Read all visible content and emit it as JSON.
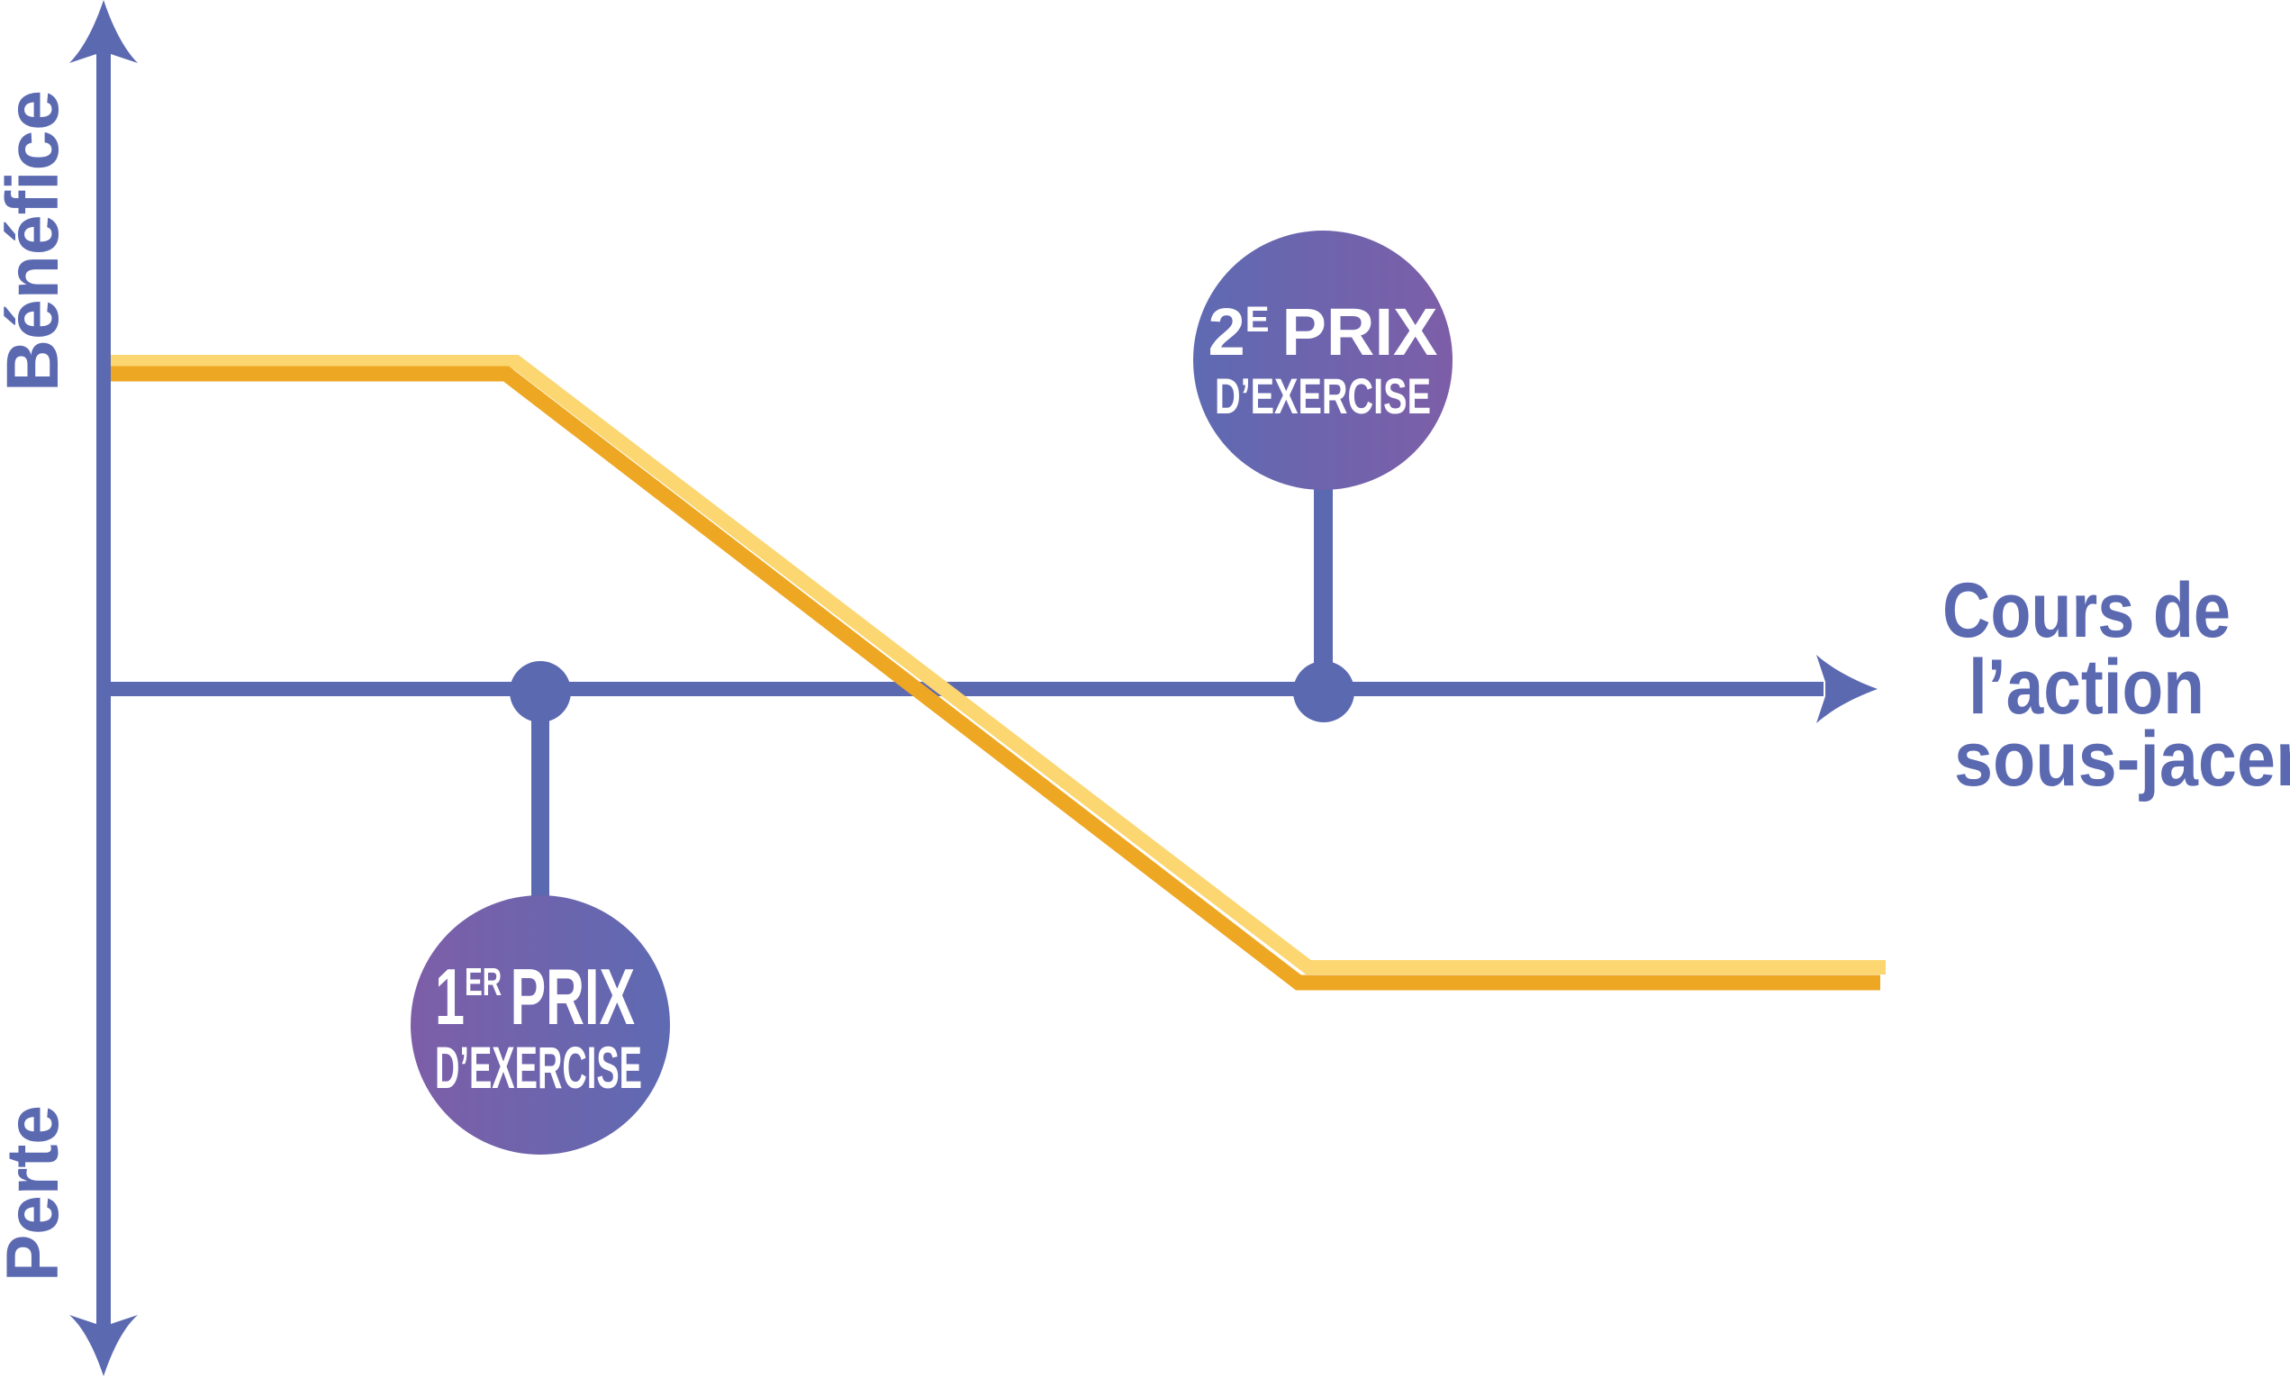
{
  "chart_data": {
    "type": "line",
    "title": "",
    "description": "Payoff diagram of a bear spread: flat profit below the first strike, declining linearly between strikes, flat loss above the second strike",
    "ylabel_top": "Bénéfice",
    "ylabel_bottom": "Perte",
    "xlabel_lines": [
      "Cours de",
      "l’action",
      "sous-jacent"
    ],
    "strikes": [
      {
        "id": "strike-1",
        "label_main": "1",
        "label_sup": "ER",
        "label_word": "PRIX",
        "label_sub": "D’EXERCISE",
        "position": "below-axis"
      },
      {
        "id": "strike-2",
        "label_main": "2",
        "label_sup": "E",
        "label_word": "PRIX",
        "label_sub": "D’EXERCISE",
        "position": "above-axis"
      }
    ],
    "payoff_series": {
      "name": "Payoff",
      "segments": [
        {
          "from": "start",
          "to": "strike-1",
          "shape": "flat",
          "level": "profit"
        },
        {
          "from": "strike-1",
          "to": "strike-2",
          "shape": "decreasing",
          "level": "profit-to-loss"
        },
        {
          "from": "strike-2",
          "to": "end",
          "shape": "flat",
          "level": "loss"
        }
      ]
    },
    "grid": false,
    "legend": "none"
  },
  "colors": {
    "axis": "#5B69B1",
    "payoff_main": "#EEA723",
    "payoff_highlight": "#FBD671",
    "badge_purple": "#7D5EA8",
    "badge_blue": "#5E6AB2",
    "badge_text": "#ffffff"
  }
}
